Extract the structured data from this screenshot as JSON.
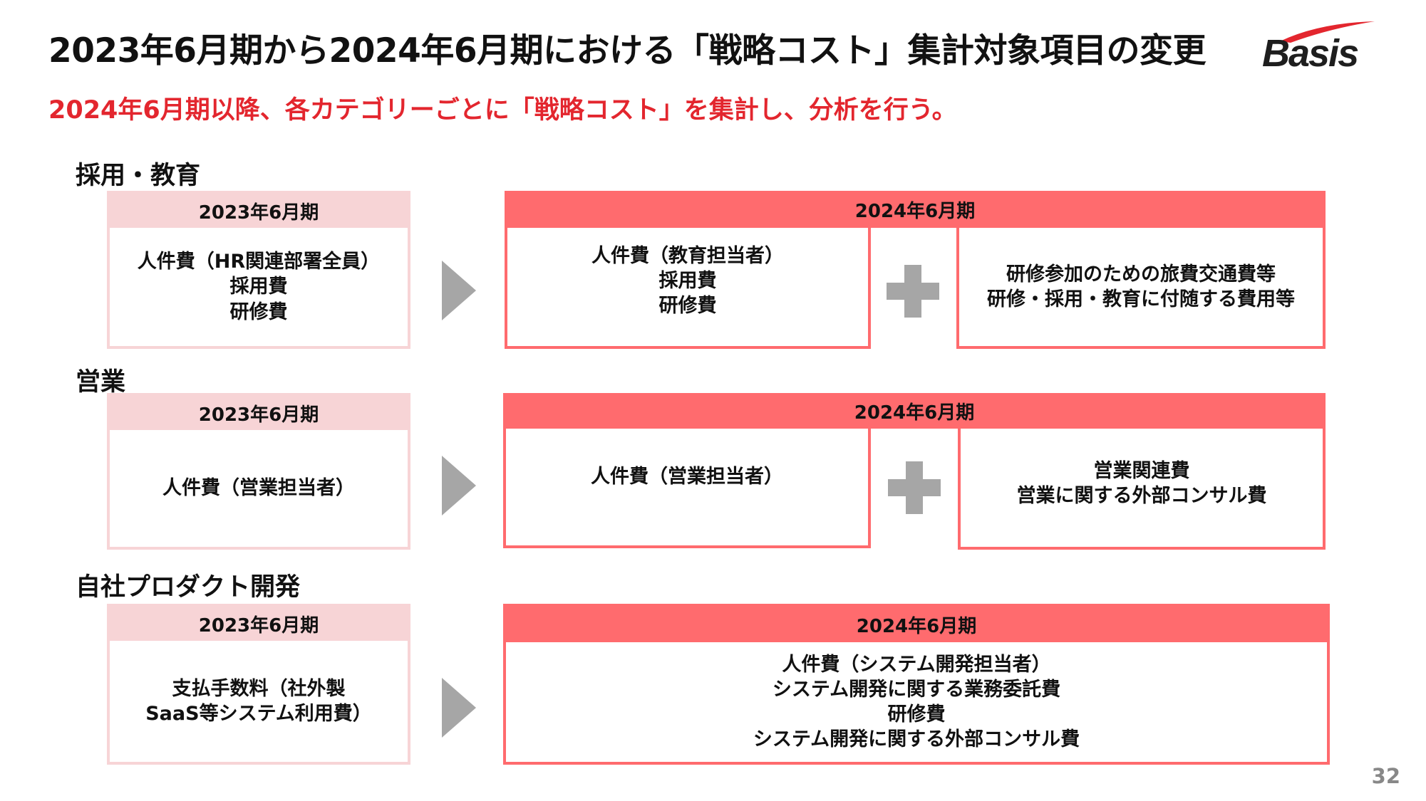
{
  "slide": {
    "title": "2023年6月期から2024年6月期における「戦略コスト」集計対象項目の変更",
    "subtitle": "2024年6月期以降、各カテゴリーごとに「戦略コスト」を集計し、分析を行う。",
    "logo_text": "Basis",
    "page_number": "32"
  },
  "colors": {
    "accent": "#ff6b6e",
    "old_header": "#f7d4d6",
    "subtitle_red": "#e3262e",
    "arrow_gray": "#a6a6a6"
  },
  "sections": [
    {
      "label": "採用・教育",
      "old": {
        "header": "2023年6月期",
        "lines": [
          "人件費（HR関連部署全員）",
          "採用費",
          "研修費"
        ]
      },
      "new": {
        "header": "2024年6月期",
        "left_lines": [
          "人件費（教育担当者）",
          "採用費",
          "研修費"
        ],
        "right_lines": [
          "研修参加のための旅費交通費等",
          "研修・採用・教育に付随する費用等"
        ]
      }
    },
    {
      "label": "営業",
      "old": {
        "header": "2023年6月期",
        "lines": [
          "人件費（営業担当者）"
        ]
      },
      "new": {
        "header": "2024年6月期",
        "left_lines": [
          "人件費（営業担当者）"
        ],
        "right_lines": [
          "営業関連費",
          "営業に関する外部コンサル費"
        ]
      }
    },
    {
      "label": "自社プロダクト開発",
      "old": {
        "header": "2023年6月期",
        "lines": [
          "支払手数料（社外製",
          "SaaS等システム利用費）"
        ]
      },
      "new": {
        "header": "2024年6月期",
        "lines": [
          "人件費（システム開発担当者）",
          "システム開発に関する業務委託費",
          "研修費",
          "システム開発に関する外部コンサル費"
        ]
      }
    }
  ]
}
